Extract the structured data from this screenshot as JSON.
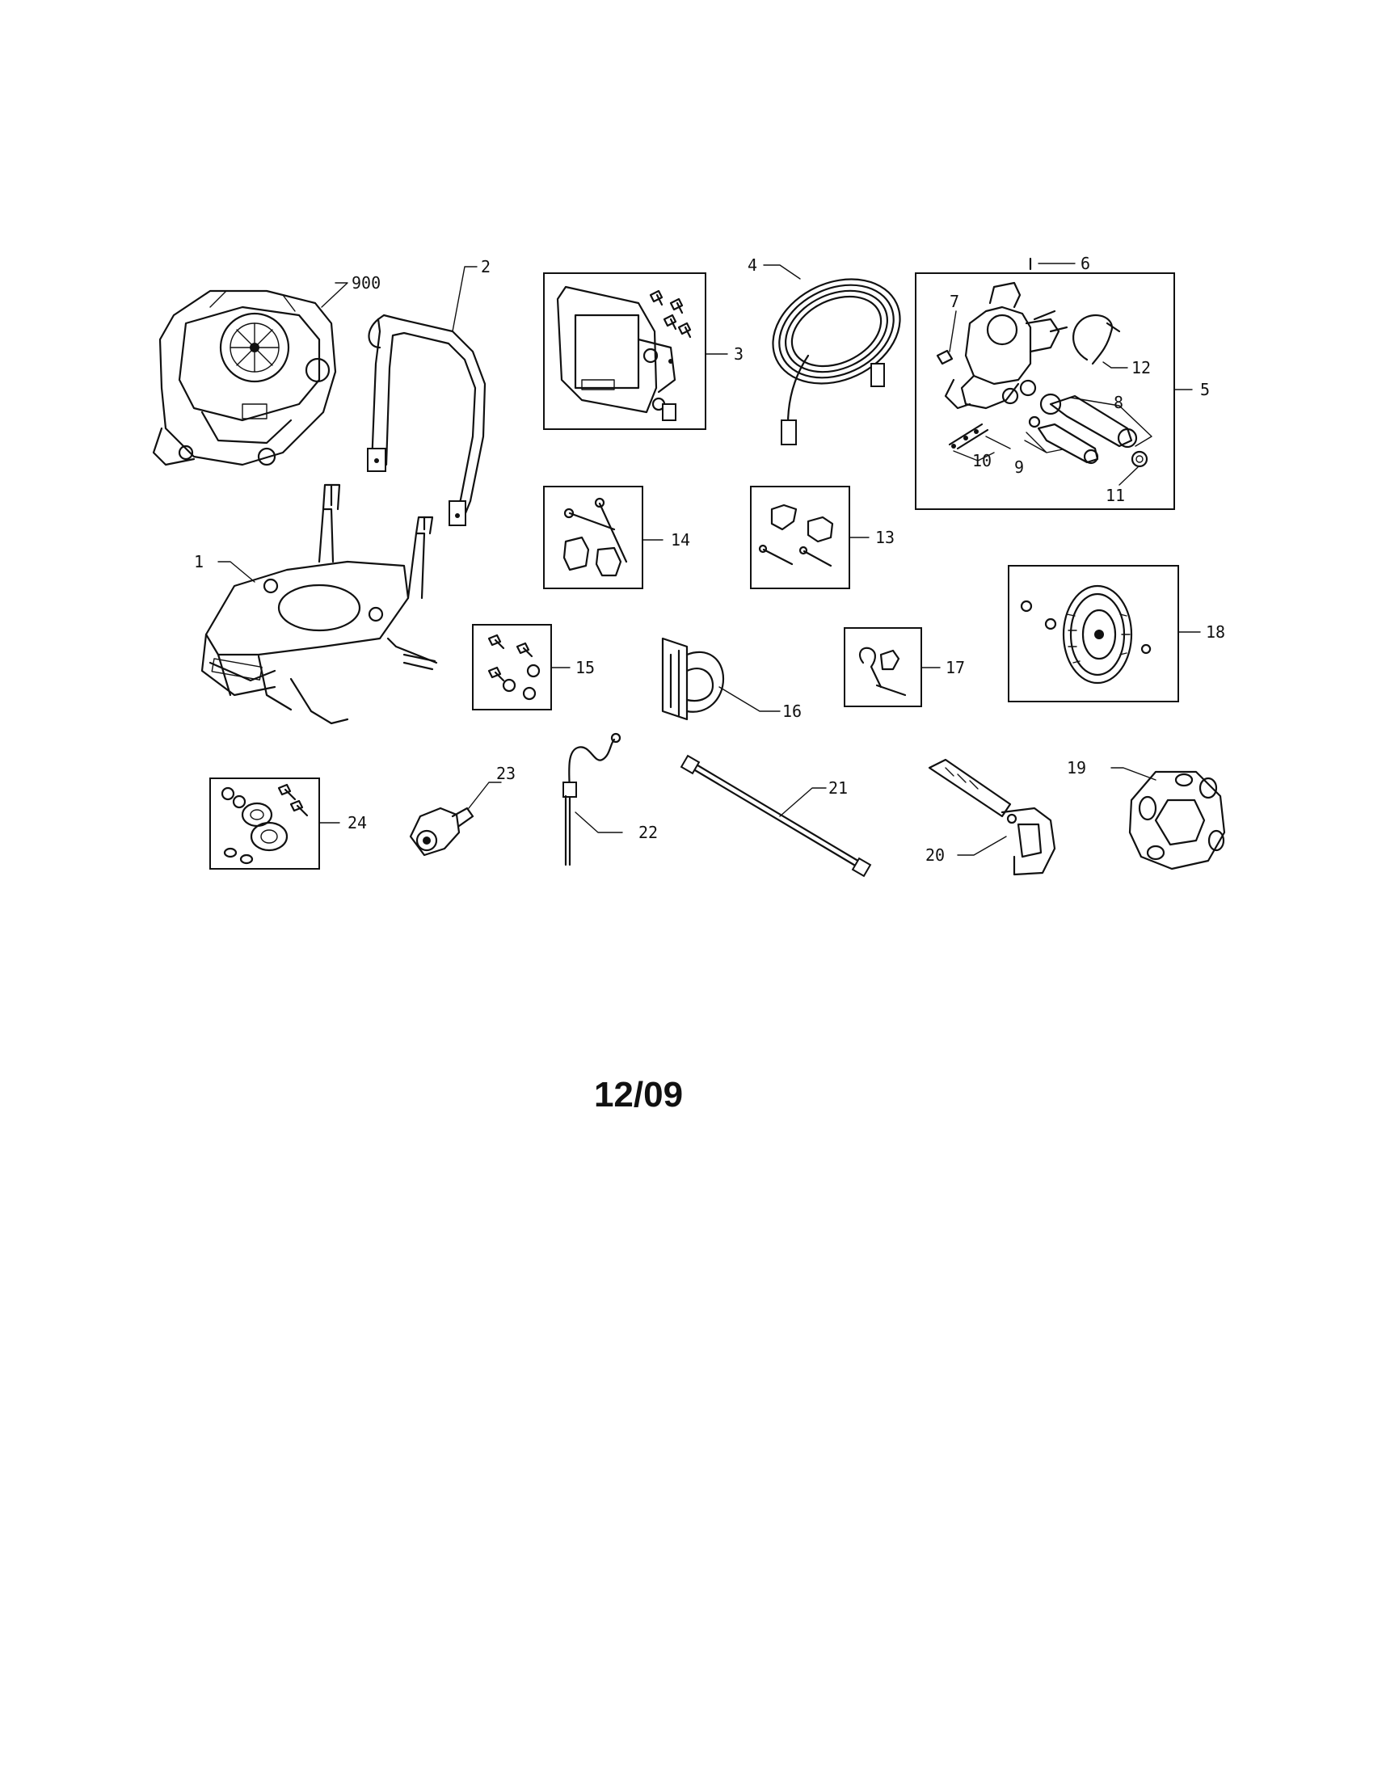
{
  "callouts": {
    "c900": "900",
    "c1": "1",
    "c2": "2",
    "c3": "3",
    "c4": "4",
    "c5": "5",
    "c6": "6",
    "c7": "7",
    "c8": "8",
    "c9": "9",
    "c10": "10",
    "c11": "11",
    "c12": "12",
    "c13": "13",
    "c14": "14",
    "c15": "15",
    "c16": "16",
    "c17": "17",
    "c18": "18",
    "c19": "19",
    "c20": "20",
    "c21": "21",
    "c22": "22",
    "c23": "23",
    "c24": "24"
  },
  "date_code": "12/09"
}
